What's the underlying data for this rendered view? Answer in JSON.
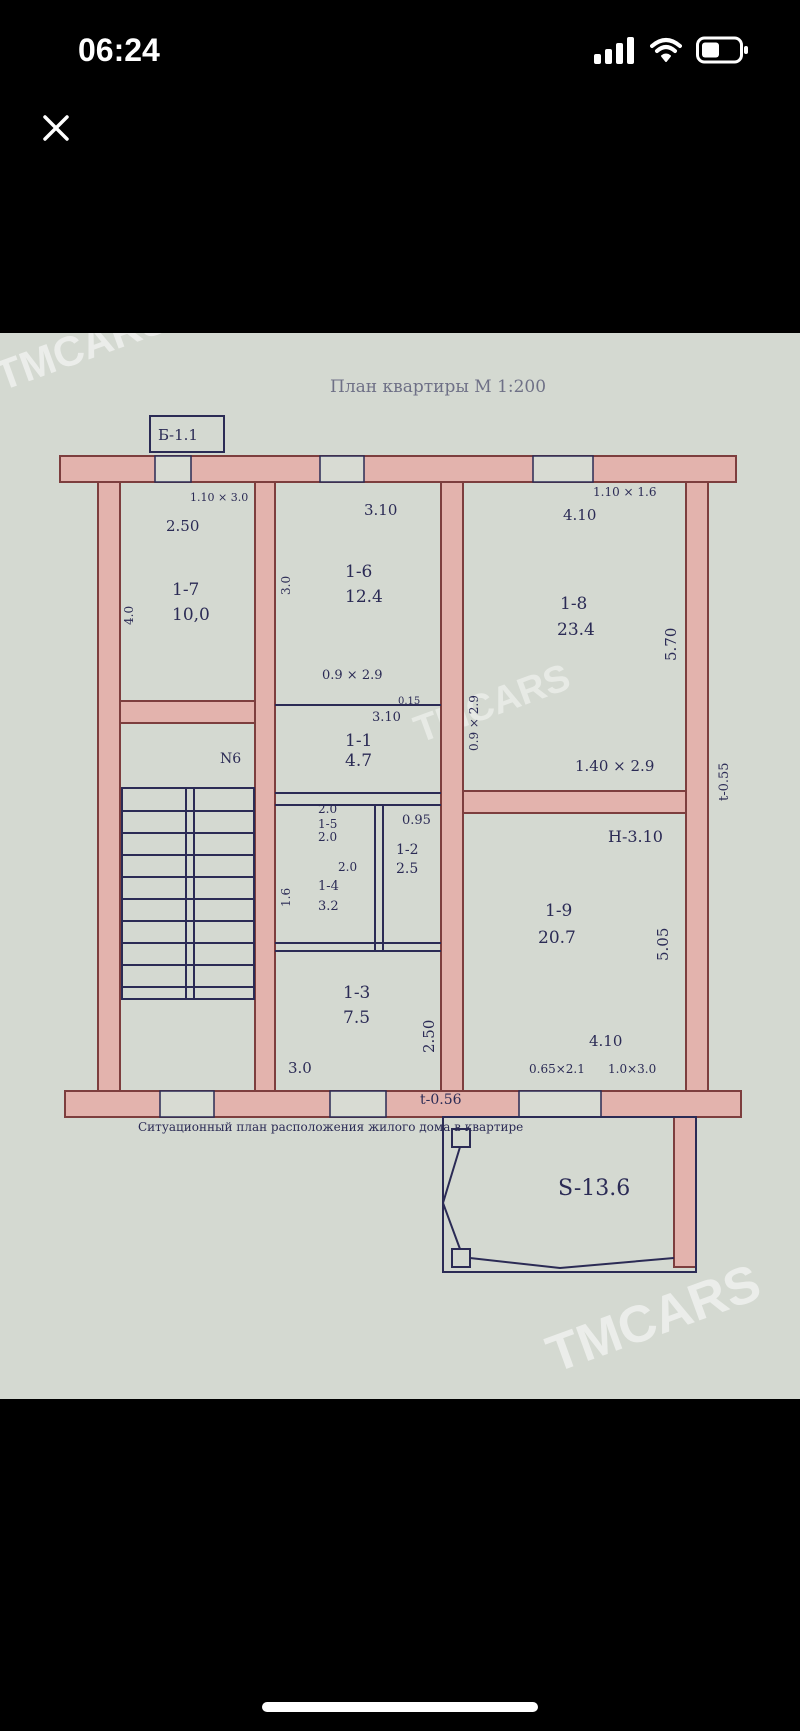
{
  "status_bar": {
    "time": "06:24",
    "icons": [
      "cellular-signal-icon",
      "wifi-icon",
      "battery-icon"
    ]
  },
  "viewer": {
    "close_icon": "close-icon"
  },
  "plan": {
    "header": "План квартиры  М 1:200",
    "footer_caption": "Ситуационный план расположения жилого дома в квартире",
    "watermark": "TMCARS",
    "balcony_top": "Б-1.1",
    "rooms": [
      {
        "id": "1-7",
        "area": "10,0"
      },
      {
        "id": "1-6",
        "area": "12.4"
      },
      {
        "id": "1-8",
        "area": "23.4"
      },
      {
        "id": "1-1",
        "area": "4.7"
      },
      {
        "id": "1-5",
        "area": "2.0"
      },
      {
        "id": "1-4",
        "area": "3.2"
      },
      {
        "id": "1-2",
        "area": "2.5"
      },
      {
        "id": "1-3",
        "area": "7.5"
      },
      {
        "id": "1-9",
        "area": "20.7"
      }
    ],
    "dimensions": {
      "d_250_top": "2.50",
      "d_310_top": "3.10",
      "d_410_top": "4.10",
      "win_110x30": "1.10 × 3.0",
      "win_110x16": "1.10 × 1.6",
      "d_40": "4.0",
      "d_30v": "3.0",
      "d_570": "5.70",
      "d_09x29_a": "0.9 × 2.9",
      "d_015": "0.15",
      "d_310_mid": "3.10",
      "d_09x29_b": "0.9 × 2.9",
      "n6": "N6",
      "d_140x29": "1.40 × 2.9",
      "t_055": "t-0.55",
      "h_310": "H-3.10",
      "d_20a": "2.0",
      "d_20b": "2.0",
      "d_095": "0.95",
      "d_16": "1.6",
      "d_505": "5.05",
      "d_250_v": "2.50",
      "d_30_bottom": "3.0",
      "d_410_bottom": "4.10",
      "win_065x21": "0.65×2.1",
      "win_10x30": "1.0×3.0",
      "t_056": "t-0.56",
      "s_136": "S-13.6"
    }
  }
}
